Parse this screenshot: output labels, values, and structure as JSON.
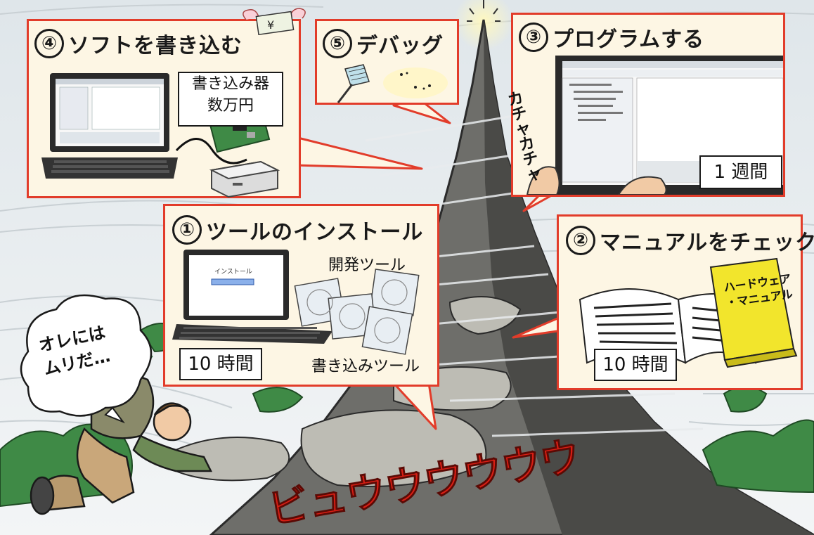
{
  "steps": [
    {
      "num": "④",
      "title": "ソフトを書き込む"
    },
    {
      "num": "⑤",
      "title": "デバッグ"
    },
    {
      "num": "③",
      "title": "プログラムする"
    },
    {
      "num": "①",
      "title": "ツールのインストール"
    },
    {
      "num": "②",
      "title": "マニュアルをチェック"
    }
  ],
  "labels": {
    "writer_device": "書き込み器\n数万円",
    "week": "1 週間",
    "install_time": "10 時間",
    "manual_time": "10 時間",
    "dev_tool": "開発ツール",
    "write_tool": "書き込みツール",
    "book_title": "ハードウェア\n・マニュアル",
    "install_screen": "インストール",
    "typing_sfx": "カチャカチャ",
    "money": "¥",
    "climber_thought": "オレには\nムリだ…",
    "wind_sfx": "ビュウウウウウウ"
  },
  "colors": {
    "panel_border": "#e23c2a",
    "panel_bg": "#fdf6e4",
    "book": "#f2e52c",
    "sfx": "#d81e14"
  }
}
